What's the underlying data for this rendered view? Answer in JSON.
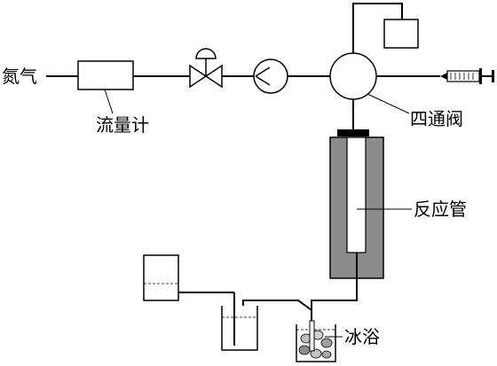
{
  "labels": {
    "nitrogen": "氮气",
    "flowmeter": "流量计",
    "four_way_valve": "四通阀",
    "reaction_tube": "反应管",
    "ice_bath": "冰浴"
  }
}
